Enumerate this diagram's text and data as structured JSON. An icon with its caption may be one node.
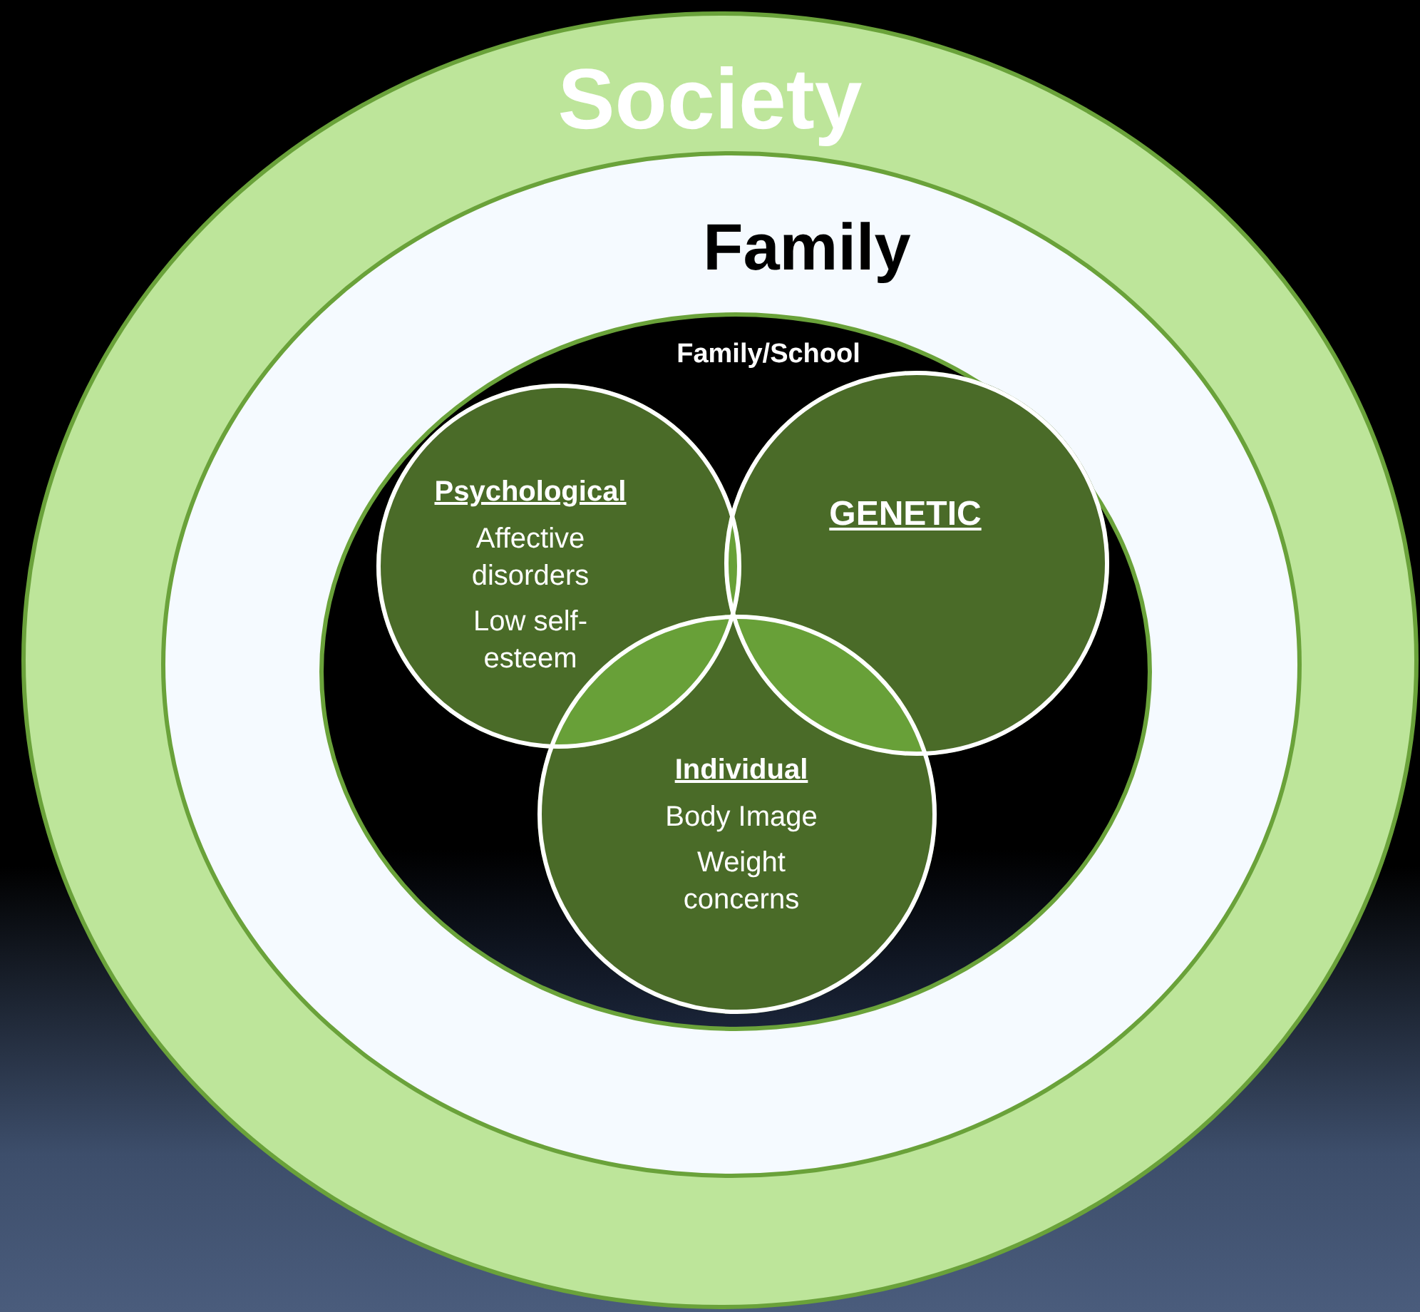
{
  "diagram": {
    "nodes": [
      {
        "text": [
          "Society"
        ]
      },
      {
        "text": [
          "Family"
        ],
        "in": 0
      },
      {
        "text": [
          "Family/School"
        ],
        "in": 1
      },
      {
        "text": [
          "Psychological",
          "Affective disorders",
          "Low self-esteem"
        ],
        "in": 2
      },
      {
        "text": [
          "GENETIC"
        ],
        "in": 2
      },
      {
        "text": [
          "Individual",
          "Body Image",
          "Weight concerns"
        ],
        "in": 2
      }
    ],
    "edges": []
  }
}
